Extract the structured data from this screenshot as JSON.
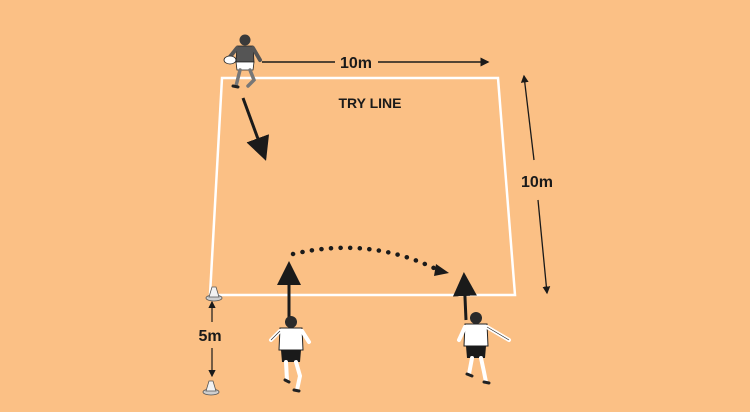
{
  "background": "#fbc085",
  "labels": {
    "top_width": "10m",
    "side_length": "10m",
    "cone_gap": "5m",
    "try_line": "TRY LINE"
  },
  "colors": {
    "field_lines": "#ffffff",
    "arrows": "#1a1a1a",
    "attacker_kit": "#ffffff",
    "defender_jersey": "#555555"
  },
  "players": [
    {
      "role": "defender",
      "icon": "player-running-icon"
    },
    {
      "role": "attacker-ball-carrier",
      "icon": "player-running-icon"
    },
    {
      "role": "attacker-support",
      "icon": "player-running-icon"
    }
  ],
  "cones": [
    {
      "icon": "cone-icon"
    },
    {
      "icon": "cone-icon"
    }
  ]
}
